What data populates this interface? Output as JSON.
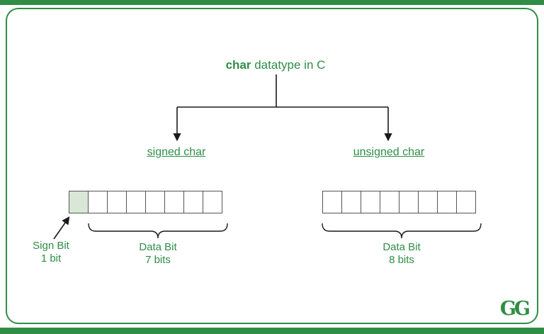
{
  "page": {
    "accent_color": "#2f8d46",
    "sign_bit_fill": "#d9e7d6",
    "line_color": "#1a1a1a"
  },
  "title": {
    "keyword": "char",
    "rest": " datatype in C"
  },
  "branches": {
    "left_label": "signed char",
    "right_label": "unsigned char"
  },
  "left_register": {
    "cells": 8,
    "sign_bit_label_line1": "Sign Bit",
    "sign_bit_label_line2": "1 bit",
    "data_bit_label_line1": "Data Bit",
    "data_bit_label_line2": "7 bits"
  },
  "right_register": {
    "cells": 8,
    "data_bit_label_line1": "Data Bit",
    "data_bit_label_line2": "8 bits"
  },
  "logo": {
    "text": "GG"
  }
}
